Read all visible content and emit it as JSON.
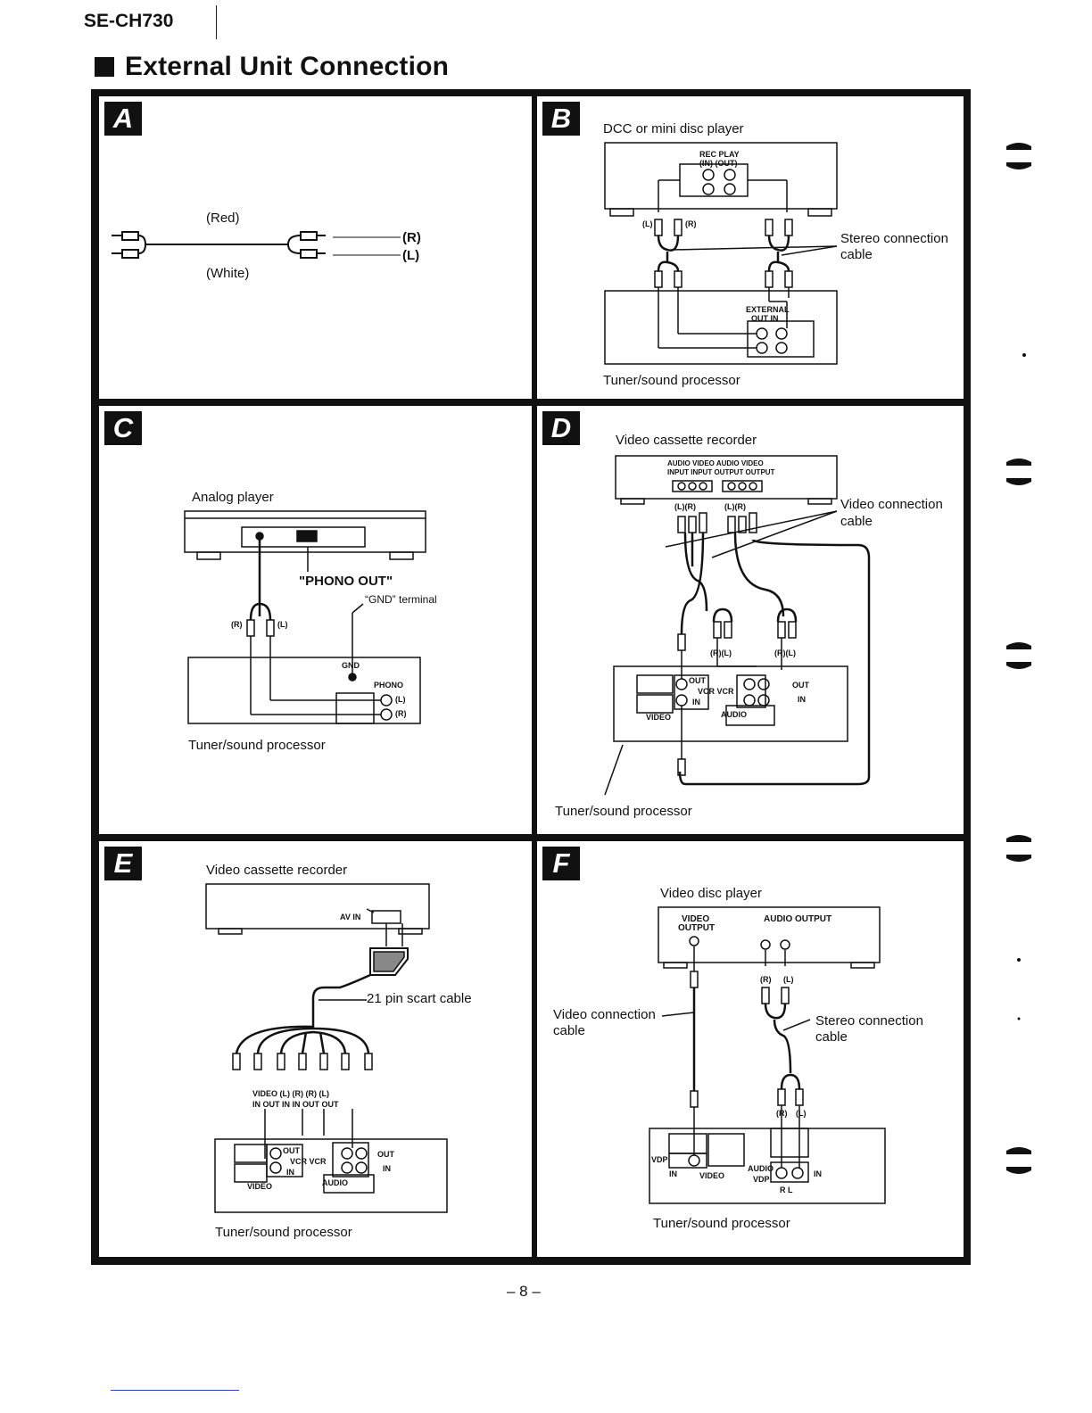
{
  "header": {
    "model": "SE-CH730",
    "title": "External Unit Connection"
  },
  "panels": {
    "A": {
      "letter": "A",
      "red": "(Red)",
      "white": "(White)",
      "r": "(R)",
      "l": "(L)"
    },
    "B": {
      "letter": "B",
      "device_top": "DCC or mini disc player",
      "rec_play": "REC PLAY",
      "in_out": "(IN) (OUT)",
      "stereo_cable": "Stereo connection",
      "cable": "cable",
      "external": "EXTERNAL",
      "out_in": "OUT  IN",
      "device_bottom": "Tuner/sound processor",
      "lr": [
        "(L)",
        "(R)"
      ]
    },
    "C": {
      "letter": "C",
      "device_top": "Analog player",
      "phono_out": "\"PHONO OUT\"",
      "gnd_terminal": "“GND” terminal",
      "gnd": "GND",
      "phono": "PHONO",
      "device_bottom": "Tuner/sound processor",
      "lr": [
        "(L)",
        "(R)"
      ]
    },
    "D": {
      "letter": "D",
      "device_top": "Video cassette recorder",
      "jack_labels_1": "AUDIO VIDEO AUDIO  VIDEO",
      "jack_labels_2": "INPUT  INPUT OUTPUT OUTPUT",
      "video_cable": "Video connection",
      "cable": "cable",
      "out": "OUT",
      "in": "IN",
      "vcr_vcr": "VCR VCR",
      "video": "VIDEO",
      "audio": "AUDIO",
      "device_bottom": "Tuner/sound processor",
      "lr_pair": "(L)(R)",
      "rl_pair": "(R)(L)"
    },
    "E": {
      "letter": "E",
      "device_top": "Video cassette recorder",
      "av_in": "AV IN",
      "scart": "21 pin scart cable",
      "row1": "VIDEO   (L)  (R)   (R)  (L)",
      "row2": "IN  OUT  IN   IN  OUT OUT",
      "out": "OUT",
      "in": "IN",
      "vcr_vcr": "VCR VCR",
      "video": "VIDEO",
      "audio": "AUDIO",
      "device_bottom": "Tuner/sound processor"
    },
    "F": {
      "letter": "F",
      "device_top": "Video disc player",
      "video_output_1": "VIDEO",
      "video_output_2": "OUTPUT",
      "audio_output": "AUDIO OUTPUT",
      "video_cable": "Video connection",
      "cable": "cable",
      "stereo_cable": "Stereo connection",
      "vdp": "VDP",
      "in": "IN",
      "video": "VIDEO",
      "audio": "AUDIO",
      "rl": "R  L",
      "device_bottom": "Tuner/sound processor",
      "lr": [
        "(R)",
        "(L)"
      ]
    }
  },
  "footer": {
    "page": "– 8 –"
  }
}
